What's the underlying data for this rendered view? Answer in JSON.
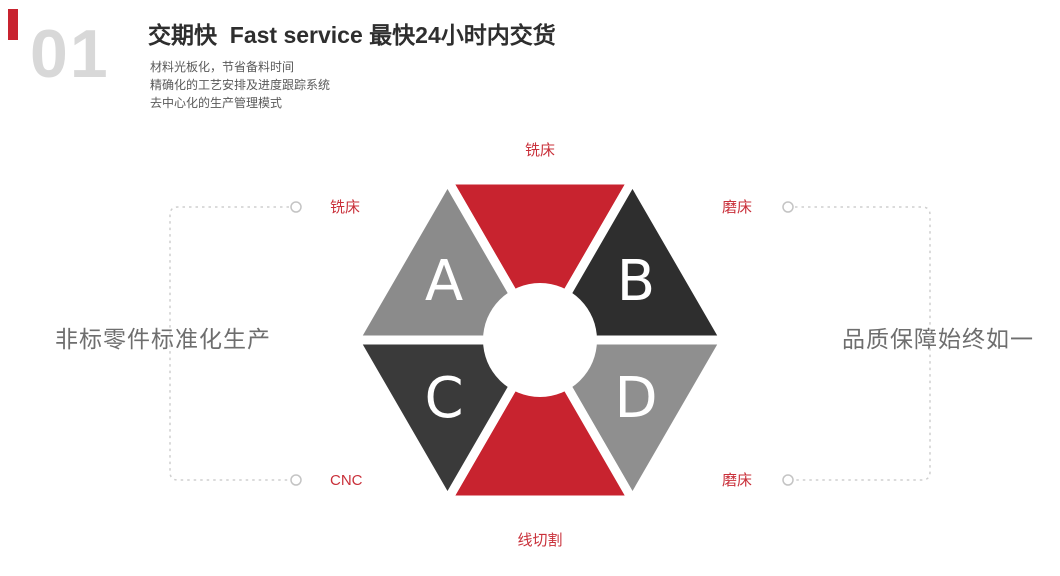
{
  "header": {
    "index": "01",
    "title": "交期快  Fast service 最快24小时内交货",
    "points": [
      "材料光板化，节省备料时间",
      "精确化的工艺安排及进度跟踪系统",
      "去中心化的生产管理模式"
    ]
  },
  "diagram": {
    "label_color": "#c9303a",
    "segments": [
      {
        "id": "top",
        "letter": "",
        "label": "铣床",
        "color": "#c8232f"
      },
      {
        "id": "upper-left",
        "letter": "A",
        "label": "铣床",
        "color": "#8b8b8b"
      },
      {
        "id": "upper-right",
        "letter": "B",
        "label": "磨床",
        "color": "#2e2e2e"
      },
      {
        "id": "lower-left",
        "letter": "C",
        "label": "CNC",
        "color": "#3a3a3a"
      },
      {
        "id": "lower-right",
        "letter": "D",
        "label": "磨床",
        "color": "#8f8f8f"
      },
      {
        "id": "bottom",
        "letter": "",
        "label": "线切割",
        "color": "#c8232f"
      }
    ]
  },
  "side_labels": {
    "left": "非标零件标准化生产",
    "right": "品质保障始终如一"
  },
  "colors": {
    "accent": "#c8232f",
    "index_number": "#d8d8d8",
    "connector": "#cfcfcf"
  }
}
